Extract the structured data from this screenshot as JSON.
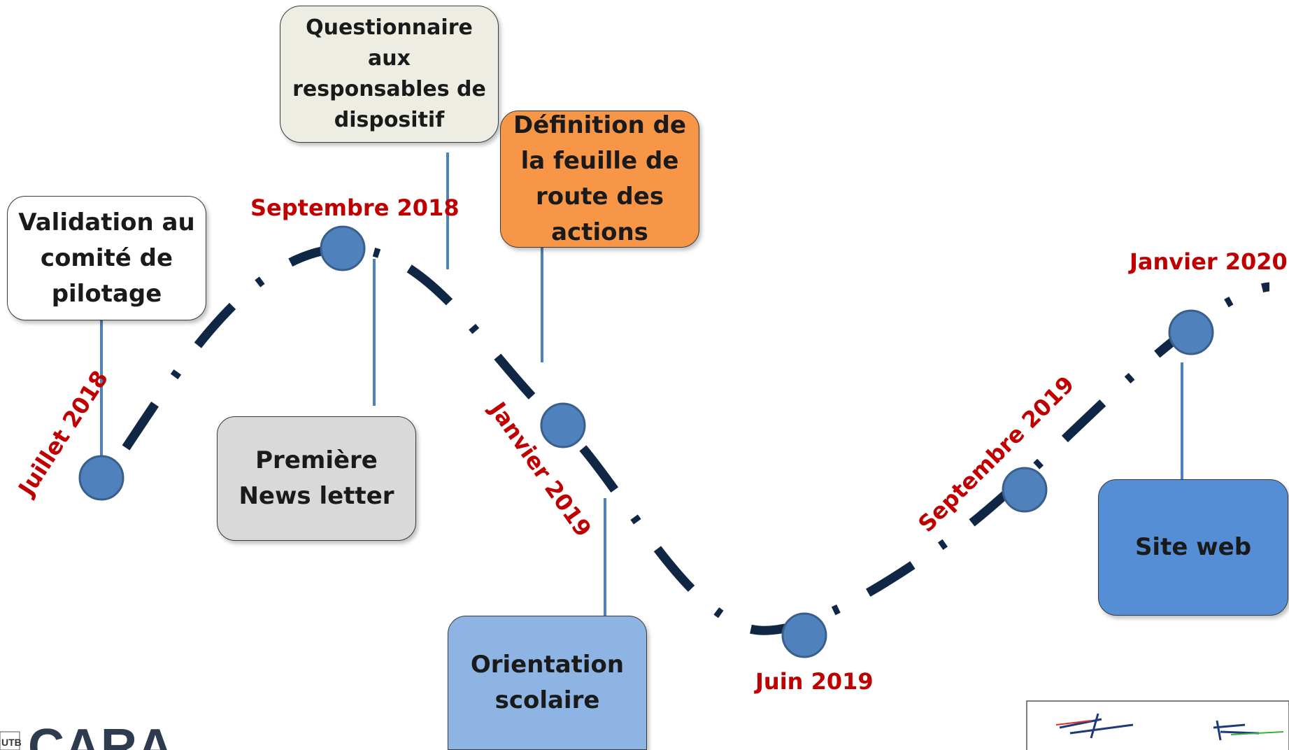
{
  "milestones": [
    {
      "id": "jul2018",
      "date": "Juillet 2018",
      "label": "Validation au comité de pilotage",
      "box_color": "#ffffff"
    },
    {
      "id": "sep2018",
      "date": "Septembre 2018",
      "label": "Questionnaire aux responsables de dispositif",
      "box_color": "#eeede3",
      "label2": "Première News letter",
      "box2_color": "#d9d9d9"
    },
    {
      "id": "jan2019",
      "date": "Janvier 2019",
      "label": "Définition de la feuille de route des actions",
      "box_color": "#f79646",
      "label2": "Orientation scolaire",
      "box2_color": "#8db4e2"
    },
    {
      "id": "jun2019",
      "date": "Juin 2019"
    },
    {
      "id": "sep2019",
      "date": "Septembre 2019"
    },
    {
      "id": "jan2020",
      "date": "Janvier 2020",
      "label": "Site web",
      "box_color": "#558ed5"
    }
  ],
  "logos": {
    "left": "CARA",
    "left_small": "UTB",
    "right": "A / P"
  },
  "colors": {
    "curve": "#0f2744",
    "node": "#4f81bd",
    "date": "#c00000",
    "connector": "#4f81bd"
  }
}
